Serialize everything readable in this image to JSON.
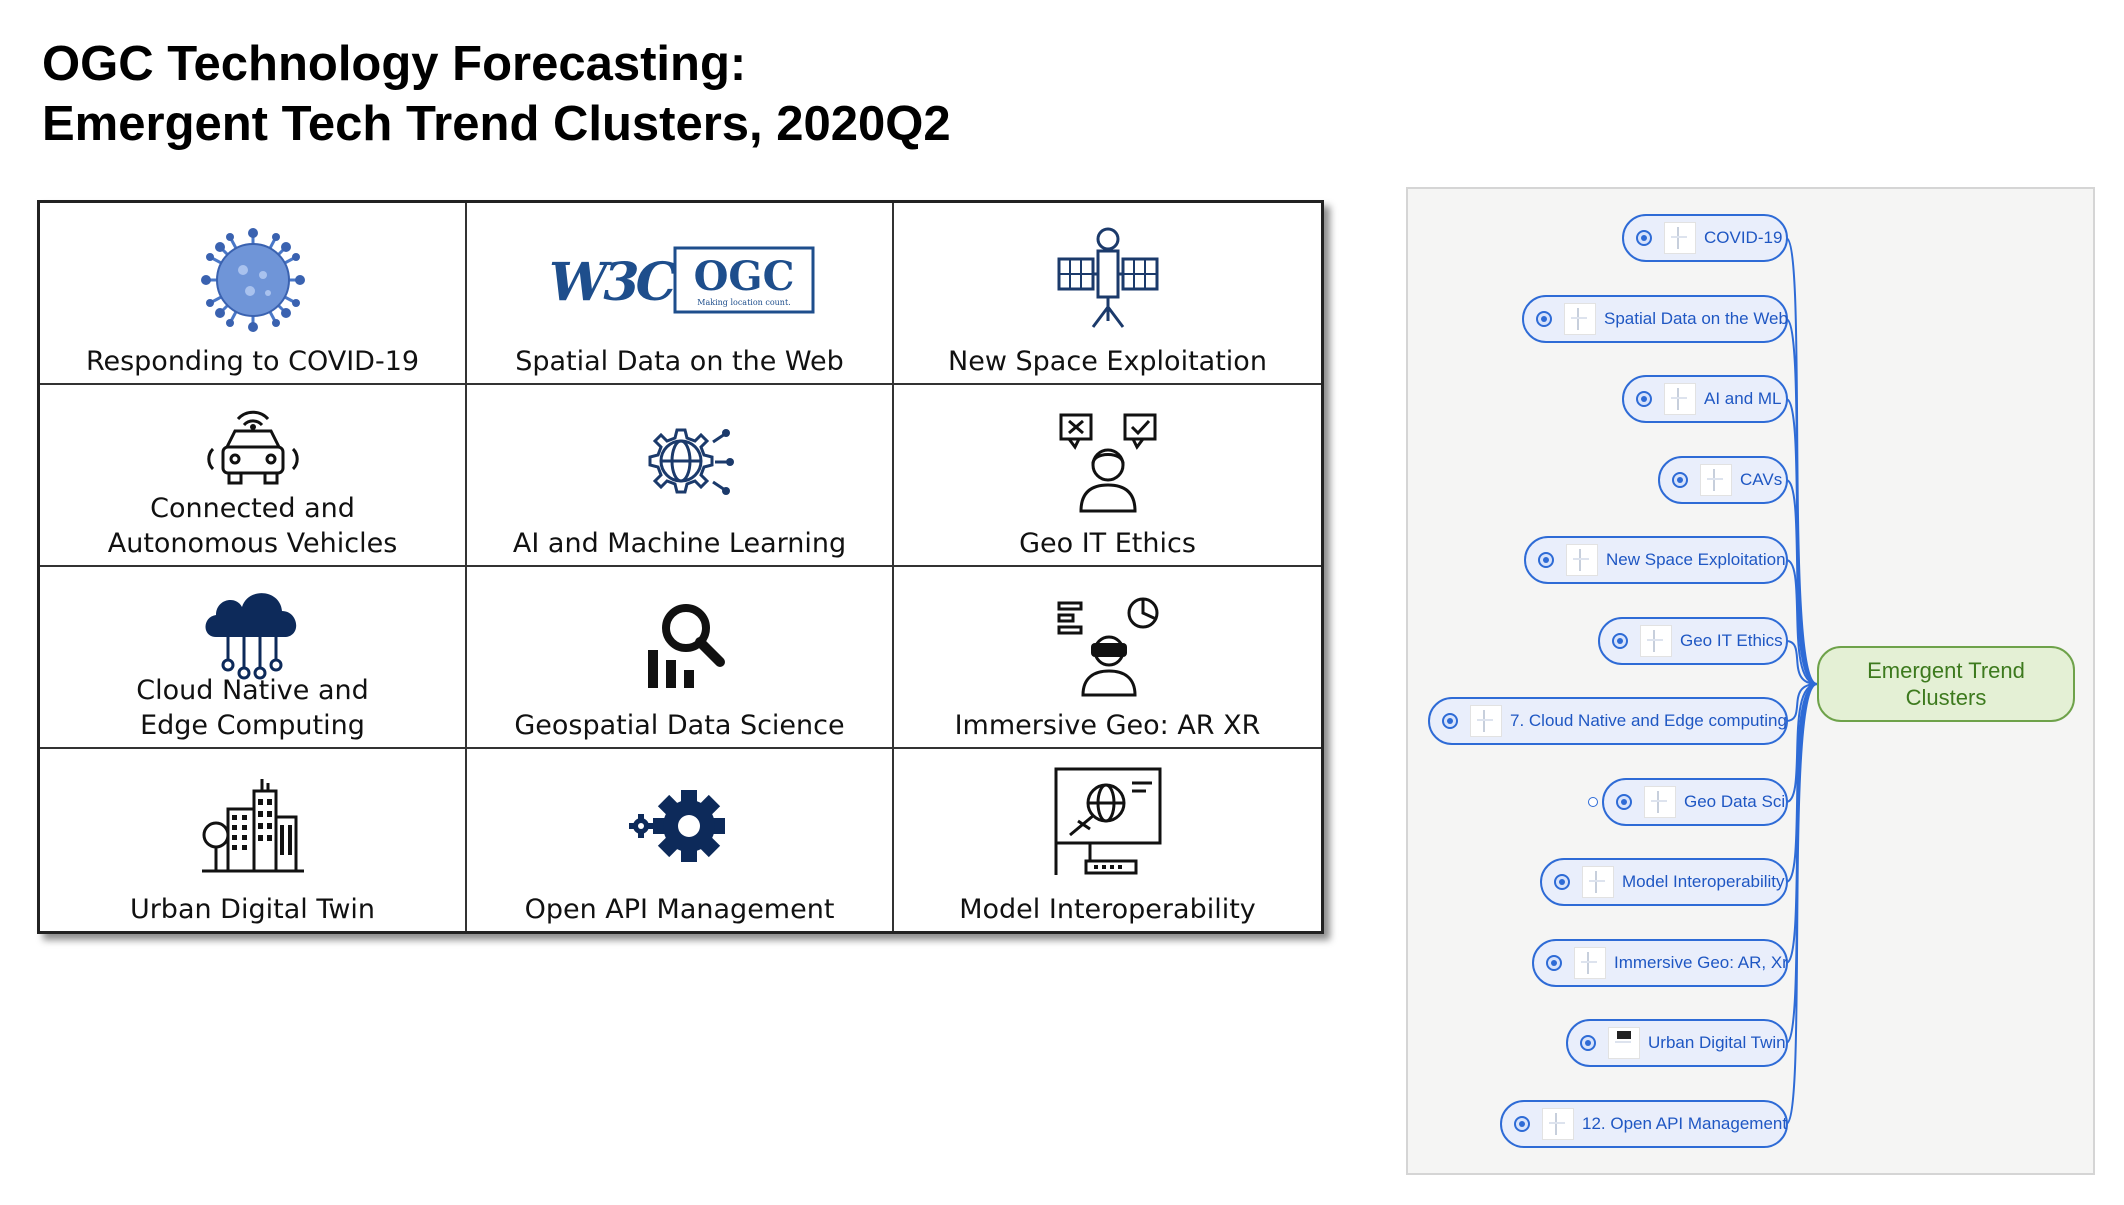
{
  "title": {
    "line1": "OGC Technology Forecasting:",
    "line2": "Emergent Tech Trend Clusters, 2020Q2"
  },
  "grid": [
    {
      "label1": "Responding to COVID-19",
      "label2": "",
      "icon": "virus-icon"
    },
    {
      "label1": "Spatial Data on the Web",
      "label2": "",
      "icon": "w3c-ogc-logo",
      "w3c": "W3C",
      "ogc": "OGC",
      "ogc_tagline": "Making location count."
    },
    {
      "label1": "New Space Exploitation",
      "label2": "",
      "icon": "satellite-icon"
    },
    {
      "label1": "Connected and",
      "label2": "Autonomous Vehicles",
      "icon": "connected-car-icon"
    },
    {
      "label1": "AI and Machine Learning",
      "label2": "",
      "icon": "ai-globe-icon"
    },
    {
      "label1": "Geo IT Ethics",
      "label2": "",
      "icon": "ethics-person-icon"
    },
    {
      "label1": "Cloud Native and",
      "label2": "Edge Computing",
      "icon": "cloud-network-icon"
    },
    {
      "label1": "Geospatial Data Science",
      "label2": "",
      "icon": "data-science-icon"
    },
    {
      "label1": "Immersive Geo: AR XR",
      "label2": "",
      "icon": "vr-headset-icon"
    },
    {
      "label1": "Urban Digital Twin",
      "label2": "",
      "icon": "city-icon"
    },
    {
      "label1": "Open API Management",
      "label2": "",
      "icon": "gear-icon"
    },
    {
      "label1": "Model Interoperability",
      "label2": "",
      "icon": "monitor-globe-icon"
    }
  ],
  "mindmap": {
    "central": {
      "line1": "Emergent Trend",
      "line2": "Clusters"
    },
    "nodes": [
      "COVID-19",
      "Spatial Data on the Web",
      "AI and ML",
      "CAVs",
      "New Space Exploitation",
      "Geo IT Ethics",
      "7. Cloud Native and  Edge computing",
      "Geo Data Sci",
      "Model Interoperability",
      "Immersive Geo: AR, Xr",
      "Urban Digital Twin",
      "12. Open API Management"
    ],
    "colors": {
      "node_border": "#2e6bd6",
      "node_fill": "#e9eefb",
      "central_border": "#6ea24a",
      "central_fill": "#e4f0d5",
      "central_text": "#3d7a1e"
    }
  }
}
